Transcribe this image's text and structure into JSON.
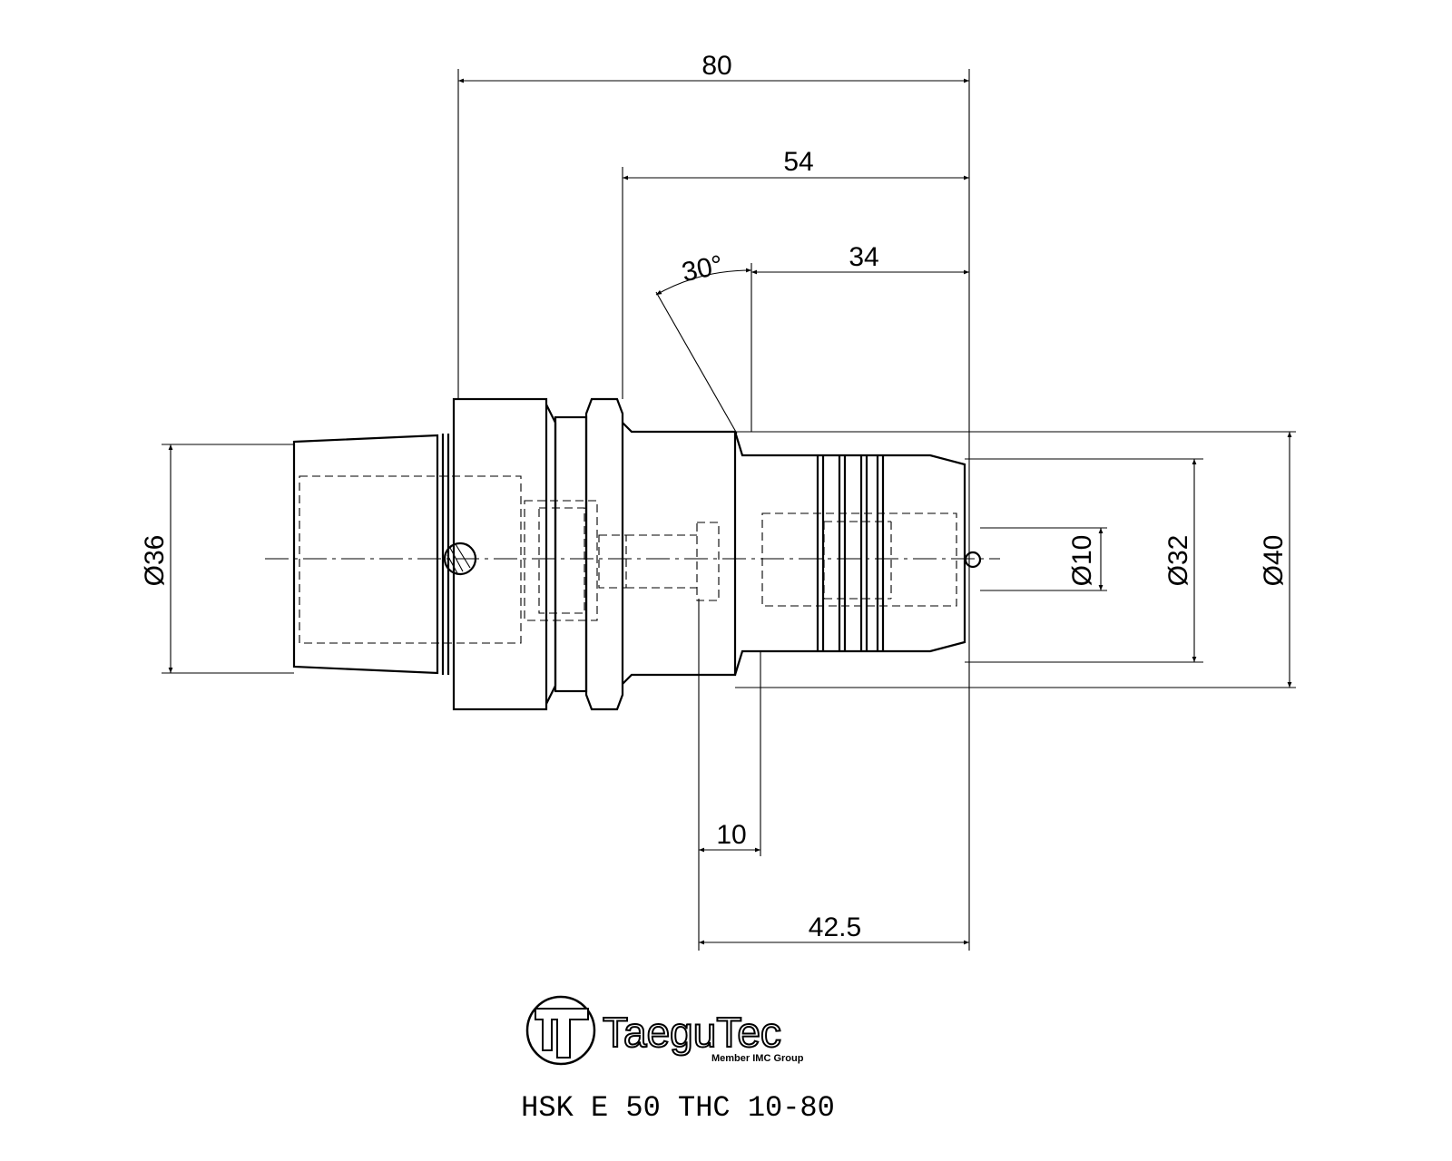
{
  "dimensions": {
    "overall_length": "80",
    "length_54": "54",
    "length_34": "34",
    "angle": "30°",
    "length_10": "10",
    "length_42_5": "42.5",
    "dia_36": "Ø36",
    "dia_10": "Ø10",
    "dia_32": "Ø32",
    "dia_40": "Ø40"
  },
  "logo": {
    "brand": "TaeguTec",
    "tagline": "Member IMC Group"
  },
  "title": "HSK E 50 THC 10-80"
}
